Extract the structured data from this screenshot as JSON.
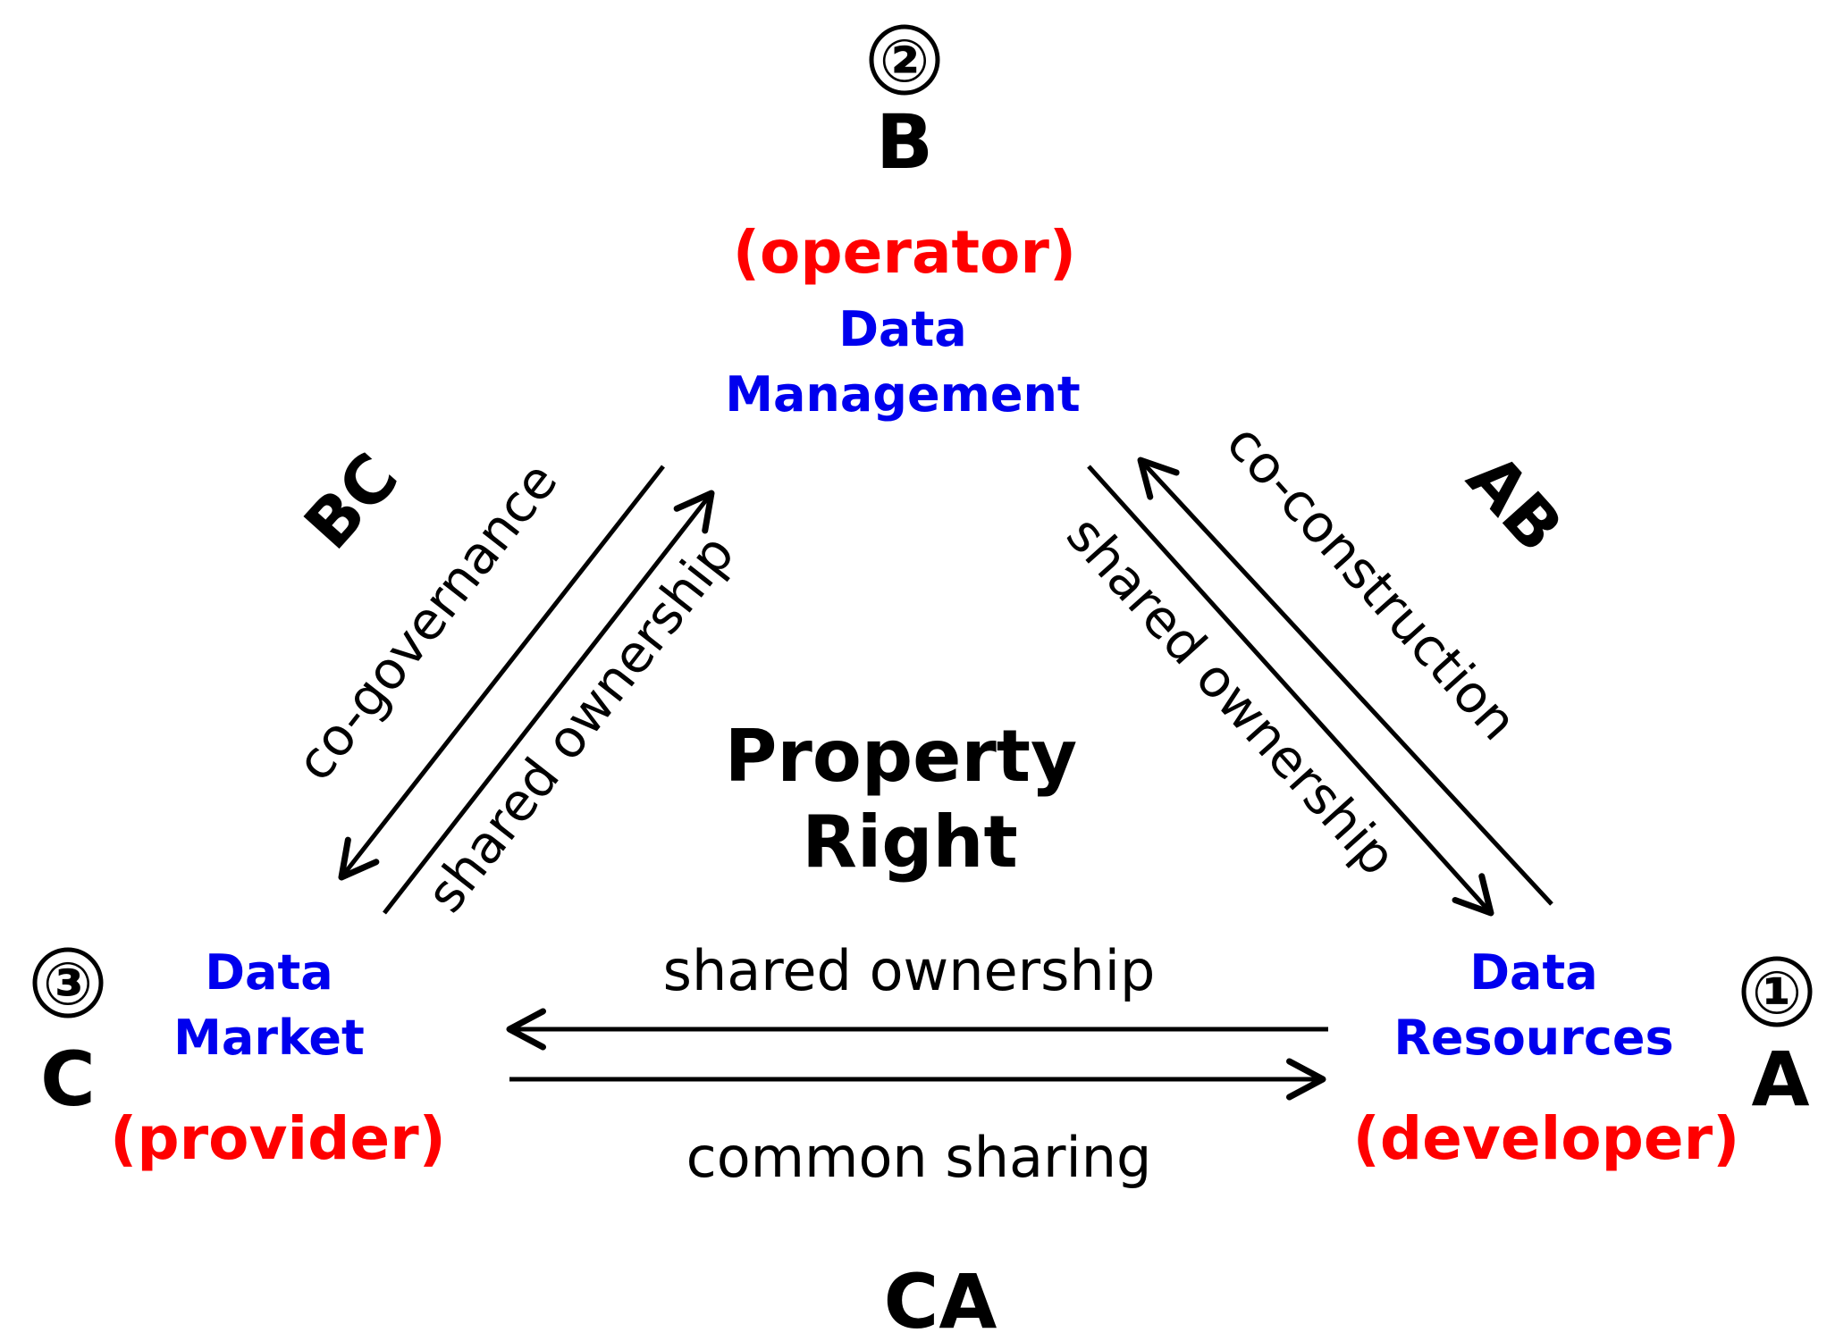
{
  "nodes": {
    "b": {
      "number": "②",
      "letter": "B",
      "role": "(operator)",
      "domain": [
        "Data",
        "Management"
      ]
    },
    "c": {
      "number": "③",
      "letter": "C",
      "role": "(provider)",
      "domain": [
        "Data",
        "Market"
      ]
    },
    "a": {
      "number": "①",
      "letter": "A",
      "role": "(developer)",
      "domain": [
        "Data",
        "Resources"
      ]
    }
  },
  "center": [
    "Property",
    "Right"
  ],
  "relations": {
    "bc": {
      "label": "BC",
      "arrow_down": "co-governance",
      "arrow_up": "shared ownership"
    },
    "ab": {
      "label": "AB",
      "arrow_up": "co-construction",
      "arrow_down": "shared ownership"
    },
    "ca": {
      "label": "CA",
      "arrow_left": "shared ownership",
      "arrow_right": "common sharing"
    }
  },
  "colors": {
    "role": "#ff0000",
    "domain": "#0000ee",
    "text": "#000000",
    "arrow": "#000000"
  }
}
